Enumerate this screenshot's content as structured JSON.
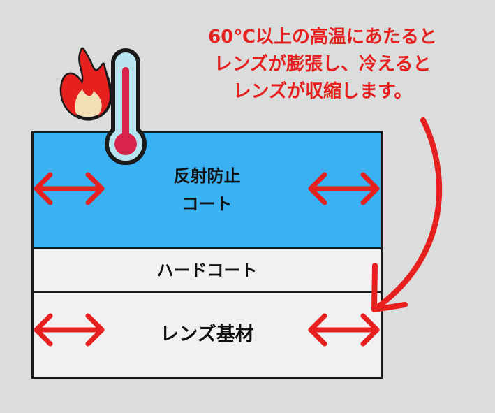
{
  "caption": {
    "line1": "60℃以上の高温にあたると",
    "line2": "レンズが膨張し、冷えると",
    "line3": "レンズが収縮します。"
  },
  "layers": {
    "anti_reflection": {
      "line1": "反射防止",
      "line2": "コート"
    },
    "hard_coat": "ハードコート",
    "lens_base": "レンズ基材"
  },
  "icons": [
    "fire-icon",
    "thermometer-icon",
    "double-arrow-icon",
    "curved-arrow-icon"
  ],
  "colors": {
    "background": "#dadddc",
    "anti_reflection": "#39b1f3",
    "layer_fill": "#f1f1f1",
    "arrow_red": "#e5201e",
    "outline": "#1a1a1a"
  }
}
